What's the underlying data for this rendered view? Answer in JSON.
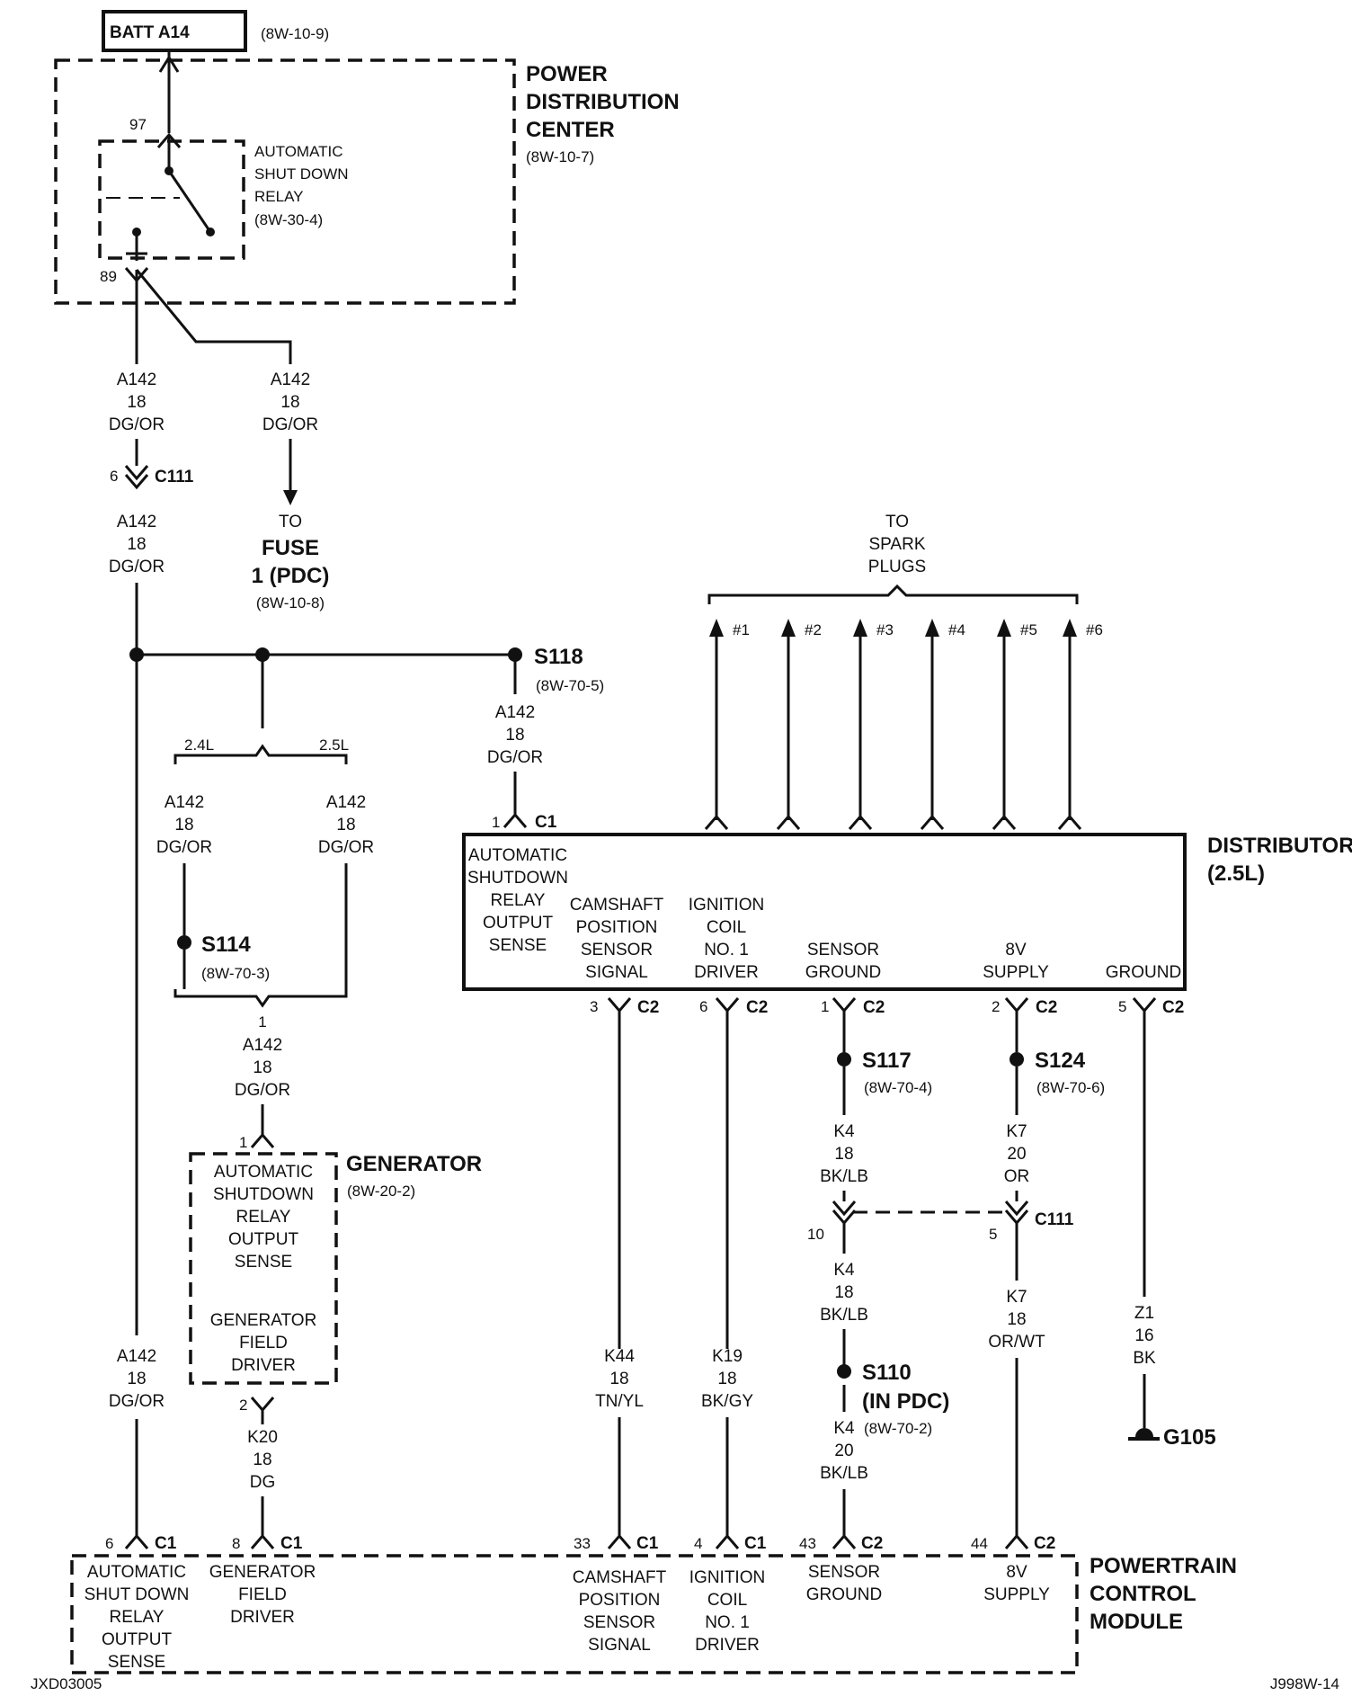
{
  "header": {
    "batt": "BATT A14",
    "batt_ref": "(8W-10-9)"
  },
  "pdc": {
    "title_lines": [
      "POWER",
      "DISTRIBUTION",
      "CENTER"
    ],
    "ref": "(8W-10-7)",
    "relay_lines": [
      "AUTOMATIC",
      "SHUT DOWN",
      "RELAY",
      "(8W-30-4)"
    ],
    "pin_top": "97",
    "pin_bottom": "89"
  },
  "wire_a142": [
    "A142",
    "18",
    "DG/OR"
  ],
  "conn_c111_top": {
    "pin": "6",
    "name": "C111"
  },
  "fuse": {
    "lines": [
      "TO",
      "FUSE",
      "1 (PDC)",
      "(8W-10-8)"
    ]
  },
  "s118": {
    "name": "S118",
    "ref": "(8W-70-5)"
  },
  "engine_options": {
    "left": "2.4L",
    "right": "2.5L"
  },
  "s114": {
    "name": "S114",
    "ref": "(8W-70-3)"
  },
  "generator": {
    "title": "GENERATOR",
    "ref": "(8W-20-2)",
    "pin_top": "1",
    "pin_bottom": "2",
    "asd_lines": [
      "AUTOMATIC",
      "SHUTDOWN",
      "RELAY",
      "OUTPUT",
      "SENSE"
    ],
    "field_lines": [
      "GENERATOR",
      "FIELD",
      "DRIVER"
    ]
  },
  "wire_k20": [
    "K20",
    "18",
    "DG"
  ],
  "spark": {
    "title_lines": [
      "TO",
      "SPARK",
      "PLUGS"
    ],
    "plugs": [
      "#1",
      "#2",
      "#3",
      "#4",
      "#5",
      "#6"
    ]
  },
  "distributor": {
    "title_lines": [
      "DISTRIBUTOR",
      "(2.5L)"
    ],
    "c1_pin": "1",
    "c1_name": "C1",
    "asd_lines": [
      "AUTOMATIC",
      "SHUTDOWN",
      "RELAY",
      "OUTPUT",
      "SENSE"
    ],
    "cmp_lines": [
      "CAMSHAFT",
      "POSITION",
      "SENSOR",
      "SIGNAL"
    ],
    "coil_lines": [
      "IGNITION",
      "COIL",
      "NO. 1",
      "DRIVER"
    ],
    "sgnd_lines": [
      "SENSOR",
      "GROUND"
    ],
    "supply_lines": [
      "8V",
      "SUPPLY"
    ],
    "gnd_label": "GROUND",
    "pins": [
      {
        "pin": "3",
        "conn": "C2"
      },
      {
        "pin": "6",
        "conn": "C2"
      },
      {
        "pin": "1",
        "conn": "C2"
      },
      {
        "pin": "2",
        "conn": "C2"
      },
      {
        "pin": "5",
        "conn": "C2"
      }
    ]
  },
  "s117": {
    "name": "S117",
    "ref": "(8W-70-4)"
  },
  "s124": {
    "name": "S124",
    "ref": "(8W-70-6)"
  },
  "wire_k4_18": [
    "K4",
    "18",
    "BK/LB"
  ],
  "wire_k7_20": [
    "K7",
    "20",
    "OR"
  ],
  "conn_c111_mid": {
    "pin_left": "10",
    "pin_right": "5",
    "name": "C111"
  },
  "wire_k7_18": [
    "K7",
    "18",
    "OR/WT"
  ],
  "s110": {
    "name": "S110",
    "name2": "(IN PDC)",
    "ref": "(8W-70-2)"
  },
  "wire_k4_20": [
    "K4",
    "20",
    "BK/LB"
  ],
  "wire_k44": [
    "K44",
    "18",
    "TN/YL"
  ],
  "wire_k19": [
    "K19",
    "18",
    "BK/GY"
  ],
  "wire_z1": [
    "Z1",
    "16",
    "BK"
  ],
  "g105": "G105",
  "pcm": {
    "title_lines": [
      "POWERTRAIN",
      "CONTROL",
      "MODULE"
    ],
    "pins": [
      {
        "pin": "6",
        "conn": "C1"
      },
      {
        "pin": "8",
        "conn": "C1"
      },
      {
        "pin": "33",
        "conn": "C1"
      },
      {
        "pin": "4",
        "conn": "C1"
      },
      {
        "pin": "43",
        "conn": "C2"
      },
      {
        "pin": "44",
        "conn": "C2"
      }
    ],
    "asd_lines": [
      "AUTOMATIC",
      "SHUT DOWN",
      "RELAY",
      "OUTPUT",
      "SENSE"
    ],
    "gen_lines": [
      "GENERATOR",
      "FIELD",
      "DRIVER"
    ],
    "cmp_lines": [
      "CAMSHAFT",
      "POSITION",
      "SENSOR",
      "SIGNAL"
    ],
    "coil_lines": [
      "IGNITION",
      "COIL",
      "NO. 1",
      "DRIVER"
    ],
    "sgnd_lines": [
      "SENSOR",
      "GROUND"
    ],
    "supply_lines": [
      "8V",
      "SUPPLY"
    ]
  },
  "footer": {
    "left": "JXD03005",
    "right": "J998W-14"
  }
}
